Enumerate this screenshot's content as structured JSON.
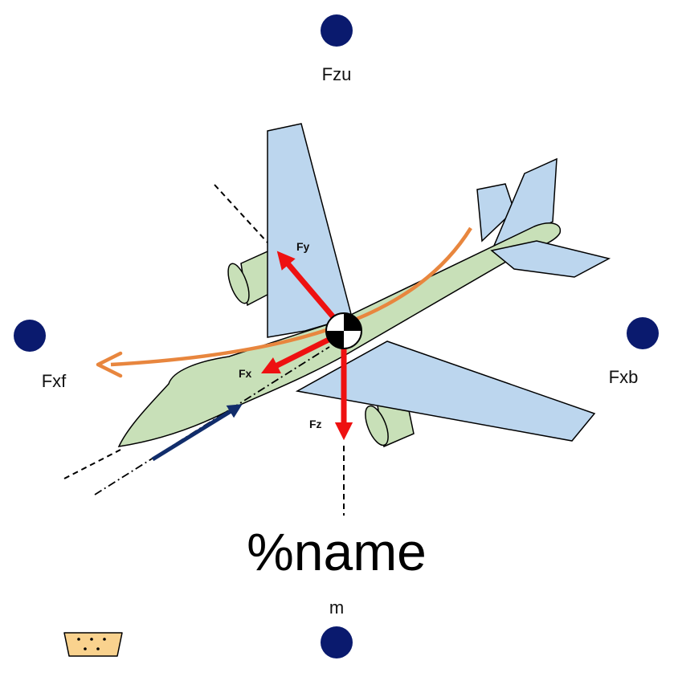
{
  "block": {
    "name_label": "%name"
  },
  "ports": {
    "top": {
      "label": "Fzu"
    },
    "left": {
      "label": "Fxf"
    },
    "right": {
      "label": "Fxb"
    },
    "bottom": {
      "label": "m"
    }
  },
  "forces": {
    "fy": "Fy",
    "fx": "Fx",
    "fz": "Fz"
  },
  "colors": {
    "port": "#0a1a6e",
    "force_arrow": "#ee1111",
    "rotation_arrow": "#e8863e",
    "velocity_arrow": "#112d6b",
    "fuselage": "#c8e0b8",
    "wing": "#bcd6ee",
    "connector_chip": "#f9d28e"
  }
}
